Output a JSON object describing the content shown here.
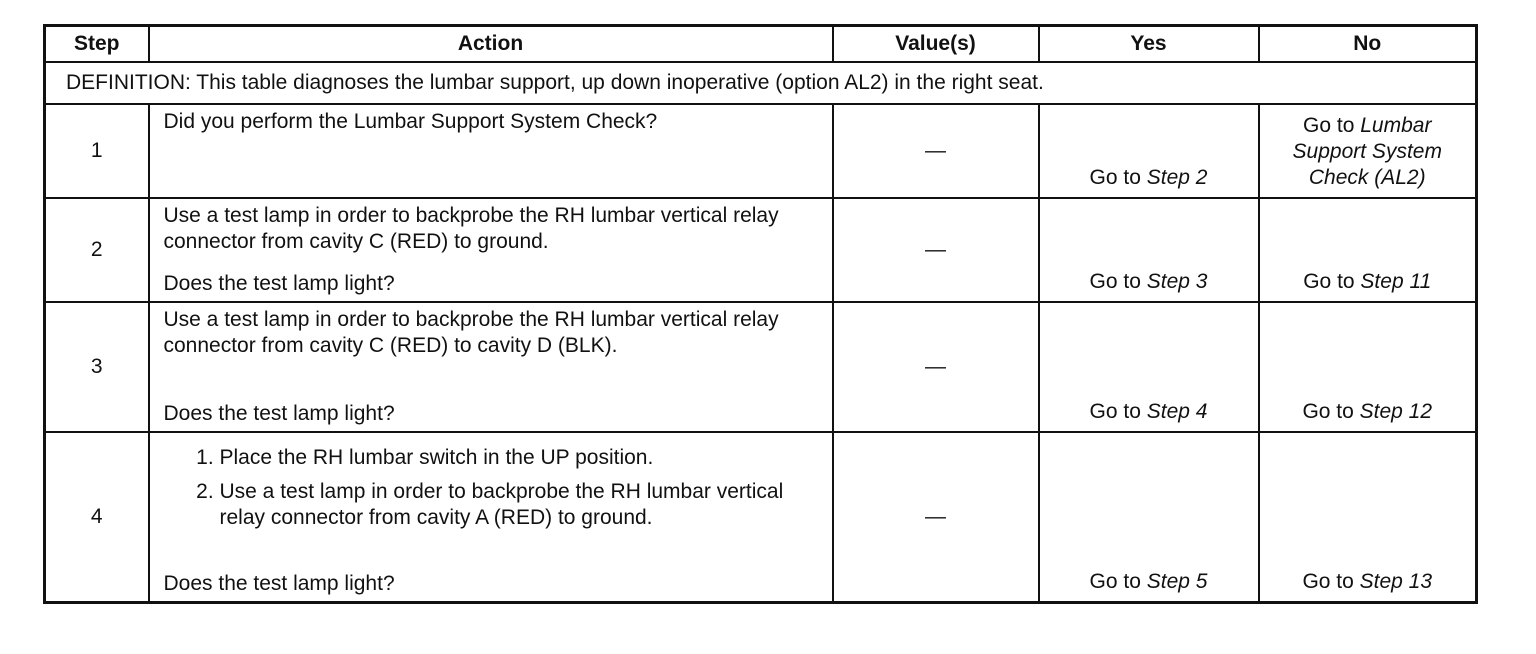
{
  "headers": {
    "step": "Step",
    "action": "Action",
    "values": "Value(s)",
    "yes": "Yes",
    "no": "No"
  },
  "definition": "DEFINITION: This table diagnoses the lumbar support, up down inoperative (option AL2) in the right seat.",
  "rows": [
    {
      "step": "1",
      "action_text": "Did you perform the Lumbar Support System Check?",
      "value": "—",
      "yes_prefix": "Go to ",
      "yes_link": "Step 2",
      "no_prefix": "Go to ",
      "no_link": "Lumbar Support System Check (AL2)"
    },
    {
      "step": "2",
      "action_text": "Use a test lamp in order to backprobe the RH lumbar vertical relay connector from cavity C (RED) to ground.",
      "question": "Does the test lamp light?",
      "value": "—",
      "yes_prefix": "Go to ",
      "yes_link": "Step 3",
      "no_prefix": "Go to ",
      "no_link": "Step 11"
    },
    {
      "step": "3",
      "action_text": "Use a test lamp in order to backprobe the RH lumbar vertical relay connector from cavity C (RED) to cavity D (BLK).",
      "question": "Does the test lamp light?",
      "value": "—",
      "yes_prefix": "Go to ",
      "yes_link": "Step 4",
      "no_prefix": "Go to ",
      "no_link": "Step 12"
    },
    {
      "step": "4",
      "action_items": [
        "Place the RH lumbar switch in the UP position.",
        "Use a test lamp in order to backprobe the RH lumbar vertical relay connector from cavity A (RED) to ground."
      ],
      "question": "Does the test lamp light?",
      "value": "—",
      "yes_prefix": "Go to ",
      "yes_link": "Step 5",
      "no_prefix": "Go to ",
      "no_link": "Step 13"
    }
  ]
}
